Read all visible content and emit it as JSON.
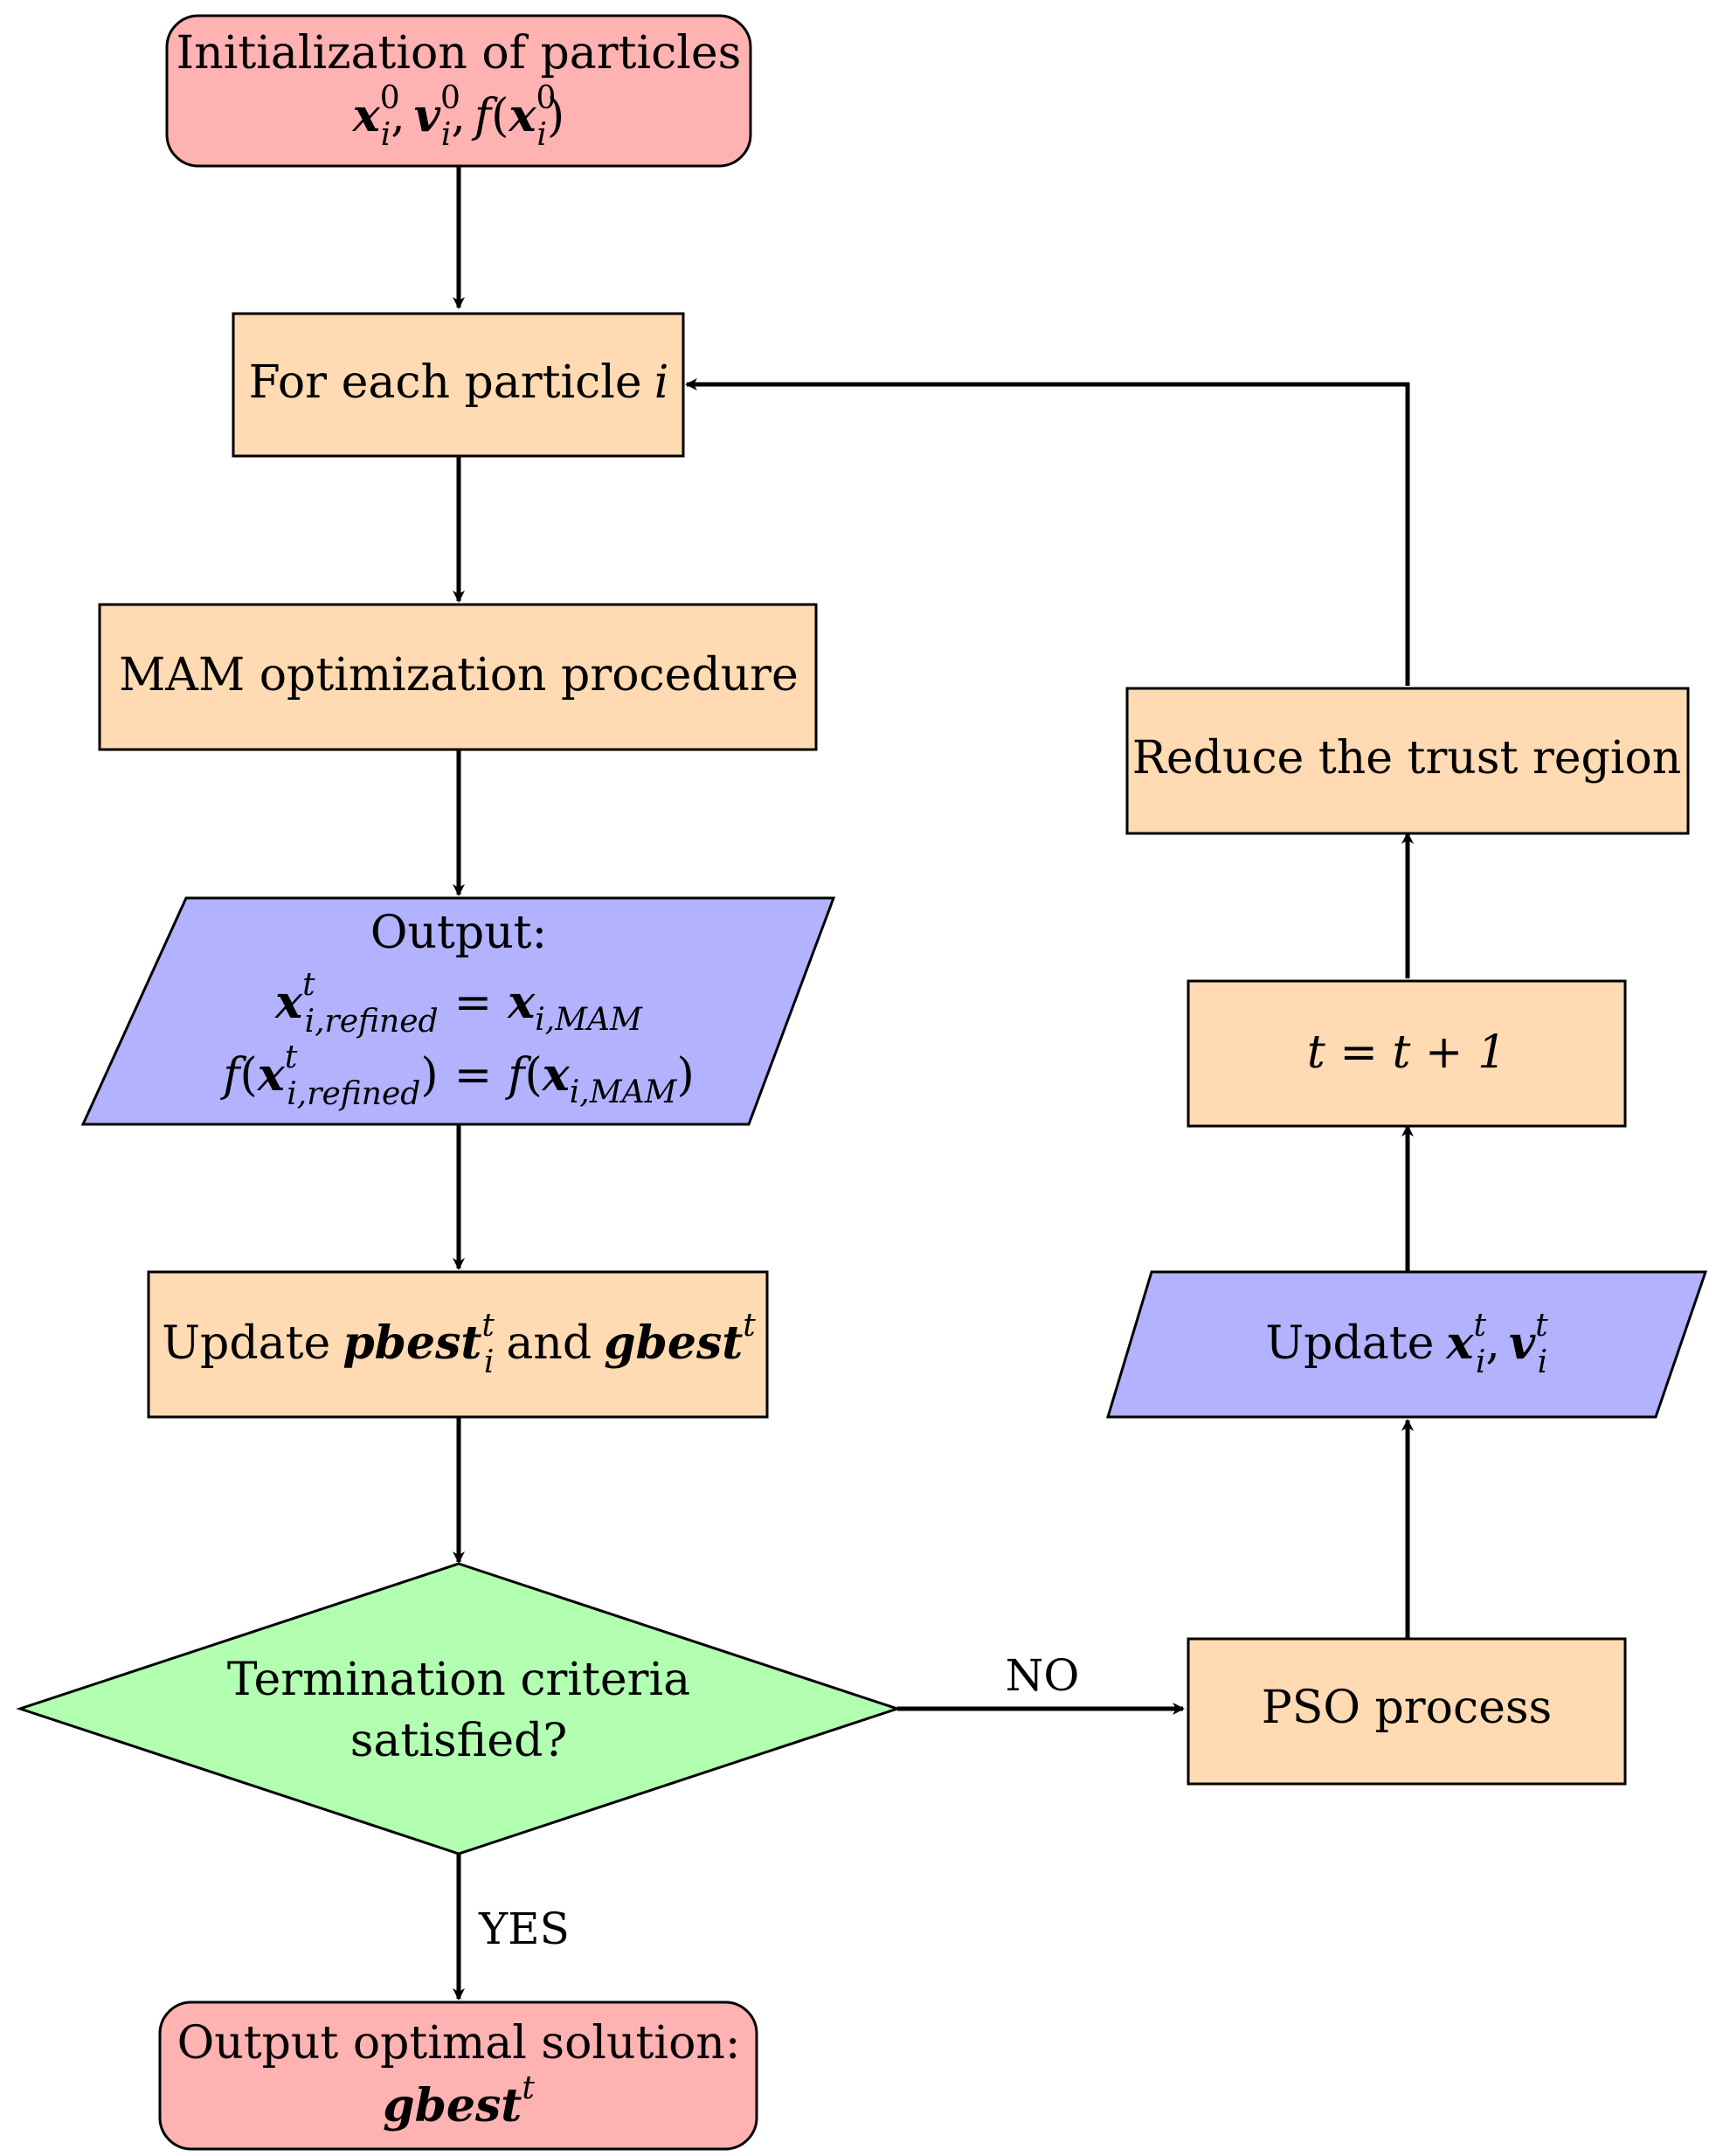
{
  "colors": {
    "terminal_fill": "#ffb2b2",
    "process_fill": "#ffdab2",
    "io_fill": "#b2b2ff",
    "decision_fill": "#b2ffb2",
    "stroke": "#000000"
  },
  "nodes": {
    "init": {
      "line1": "Initialization of particles",
      "x": "x",
      "v": "v",
      "f": "f",
      "sub_i": "i",
      "sup_0": "0",
      "comma": ",",
      "open": "(",
      "close": ")"
    },
    "foreach": {
      "text": "For each particle",
      "var": "i"
    },
    "mam": {
      "text": "MAM optimization procedure"
    },
    "output": {
      "title": "Output:",
      "x": "x",
      "f": "f",
      "sup_t": "t",
      "sub_refined": "i,refined",
      "sub_mam": "i,MAM",
      "eq": "=",
      "open": "(",
      "close": ")"
    },
    "update_best": {
      "prefix": "Update",
      "pbest": "pbest",
      "and": "and",
      "gbest": "gbest",
      "sup_t": "t",
      "sub_i": "i"
    },
    "decision": {
      "line1": "Termination criteria",
      "line2": "satisfied?"
    },
    "final": {
      "line1": "Output optimal solution:",
      "gbest": "gbest",
      "sup_t": "t"
    },
    "pso": {
      "text": "PSO process"
    },
    "update_xv": {
      "prefix": "Update",
      "x": "x",
      "v": "v",
      "sup_t": "t",
      "sub_i": "i",
      "comma": ","
    },
    "increment": {
      "text": "t = t + 1"
    },
    "reduce": {
      "text": "Reduce the trust region"
    }
  },
  "edges": {
    "no_label": "NO",
    "yes_label": "YES"
  }
}
